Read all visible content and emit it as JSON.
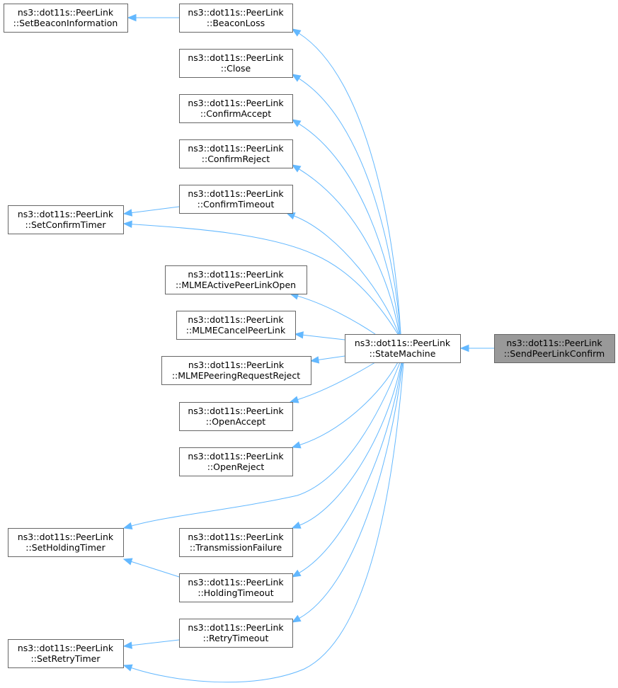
{
  "graph": {
    "colors": {
      "edge": "#63b8ff",
      "node_border": "#666666",
      "focus_fill": "#999999"
    },
    "nodes": [
      {
        "id": "setBeaconInformation",
        "line1": "ns3::dot11s::PeerLink",
        "line2": "::SetBeaconInformation"
      },
      {
        "id": "beaconLoss",
        "line1": "ns3::dot11s::PeerLink",
        "line2": "::BeaconLoss"
      },
      {
        "id": "close",
        "line1": "ns3::dot11s::PeerLink",
        "line2": "::Close"
      },
      {
        "id": "confirmAccept",
        "line1": "ns3::dot11s::PeerLink",
        "line2": "::ConfirmAccept"
      },
      {
        "id": "confirmReject",
        "line1": "ns3::dot11s::PeerLink",
        "line2": "::ConfirmReject"
      },
      {
        "id": "confirmTimeout",
        "line1": "ns3::dot11s::PeerLink",
        "line2": "::ConfirmTimeout"
      },
      {
        "id": "setConfirmTimer",
        "line1": "ns3::dot11s::PeerLink",
        "line2": "::SetConfirmTimer"
      },
      {
        "id": "mlmeActivePeerLinkOpen",
        "line1": "ns3::dot11s::PeerLink",
        "line2": "::MLMEActivePeerLinkOpen"
      },
      {
        "id": "mlmeCancelPeerLink",
        "line1": "ns3::dot11s::PeerLink",
        "line2": "::MLMECancelPeerLink"
      },
      {
        "id": "mlmePeeringRequestReject",
        "line1": "ns3::dot11s::PeerLink",
        "line2": "::MLMEPeeringRequestReject"
      },
      {
        "id": "openAccept",
        "line1": "ns3::dot11s::PeerLink",
        "line2": "::OpenAccept"
      },
      {
        "id": "openReject",
        "line1": "ns3::dot11s::PeerLink",
        "line2": "::OpenReject"
      },
      {
        "id": "setHoldingTimer",
        "line1": "ns3::dot11s::PeerLink",
        "line2": "::SetHoldingTimer"
      },
      {
        "id": "transmissionFailure",
        "line1": "ns3::dot11s::PeerLink",
        "line2": "::TransmissionFailure"
      },
      {
        "id": "holdingTimeout",
        "line1": "ns3::dot11s::PeerLink",
        "line2": "::HoldingTimeout"
      },
      {
        "id": "retryTimeout",
        "line1": "ns3::dot11s::PeerLink",
        "line2": "::RetryTimeout"
      },
      {
        "id": "setRetryTimer",
        "line1": "ns3::dot11s::PeerLink",
        "line2": "::SetRetryTimer"
      },
      {
        "id": "stateMachine",
        "line1": "ns3::dot11s::PeerLink",
        "line2": "::StateMachine"
      },
      {
        "id": "sendPeerLinkConfirm",
        "line1": "ns3::dot11s::PeerLink",
        "line2": "::SendPeerLinkConfirm",
        "focus": true
      }
    ],
    "edges": [
      {
        "from": "beaconLoss",
        "to": "setBeaconInformation"
      },
      {
        "from": "stateMachine",
        "to": "beaconLoss"
      },
      {
        "from": "stateMachine",
        "to": "close"
      },
      {
        "from": "stateMachine",
        "to": "confirmAccept"
      },
      {
        "from": "stateMachine",
        "to": "confirmReject"
      },
      {
        "from": "confirmTimeout",
        "to": "setConfirmTimer"
      },
      {
        "from": "stateMachine",
        "to": "confirmTimeout"
      },
      {
        "from": "stateMachine",
        "to": "setConfirmTimer"
      },
      {
        "from": "stateMachine",
        "to": "mlmeActivePeerLinkOpen"
      },
      {
        "from": "stateMachine",
        "to": "mlmeCancelPeerLink"
      },
      {
        "from": "stateMachine",
        "to": "mlmePeeringRequestReject"
      },
      {
        "from": "stateMachine",
        "to": "openAccept"
      },
      {
        "from": "stateMachine",
        "to": "openReject"
      },
      {
        "from": "stateMachine",
        "to": "setHoldingTimer"
      },
      {
        "from": "stateMachine",
        "to": "transmissionFailure"
      },
      {
        "from": "holdingTimeout",
        "to": "setHoldingTimer"
      },
      {
        "from": "stateMachine",
        "to": "holdingTimeout"
      },
      {
        "from": "retryTimeout",
        "to": "setRetryTimer"
      },
      {
        "from": "stateMachine",
        "to": "retryTimeout"
      },
      {
        "from": "stateMachine",
        "to": "setRetryTimer"
      },
      {
        "from": "sendPeerLinkConfirm",
        "to": "stateMachine"
      }
    ]
  }
}
